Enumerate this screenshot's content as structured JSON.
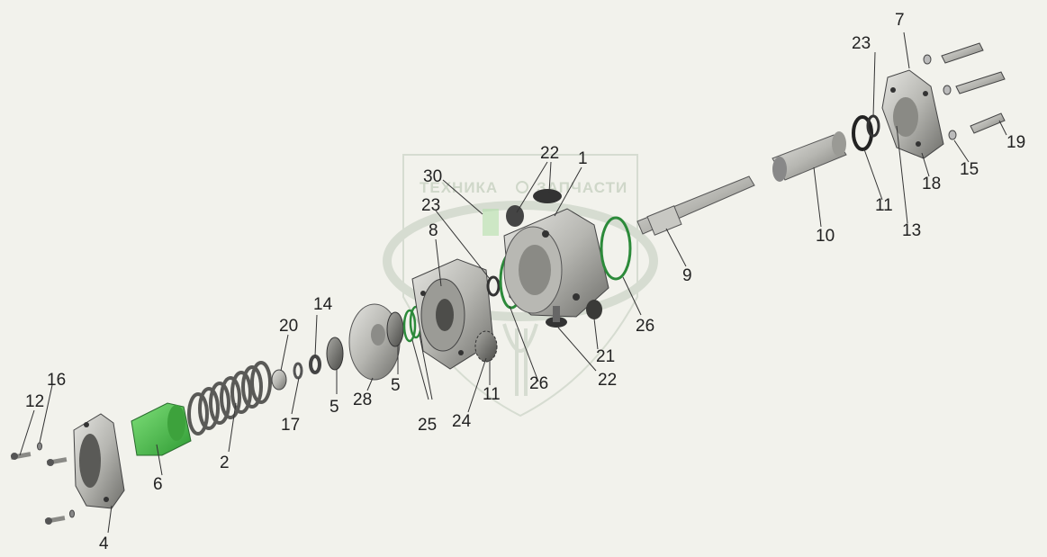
{
  "watermark": {
    "left": "ТЕХНИКА",
    "right": "ЗАПЧАСТИ"
  },
  "callouts": [
    {
      "id": "c1",
      "text": "1"
    },
    {
      "id": "c2",
      "text": "2"
    },
    {
      "id": "c4",
      "text": "4"
    },
    {
      "id": "c5a",
      "text": "5"
    },
    {
      "id": "c5b",
      "text": "5"
    },
    {
      "id": "c6",
      "text": "6"
    },
    {
      "id": "c7",
      "text": "7"
    },
    {
      "id": "c8",
      "text": "8"
    },
    {
      "id": "c9",
      "text": "9"
    },
    {
      "id": "c10",
      "text": "10"
    },
    {
      "id": "c11a",
      "text": "11"
    },
    {
      "id": "c11b",
      "text": "11"
    },
    {
      "id": "c12",
      "text": "12"
    },
    {
      "id": "c13",
      "text": "13"
    },
    {
      "id": "c14",
      "text": "14"
    },
    {
      "id": "c15",
      "text": "15"
    },
    {
      "id": "c16",
      "text": "16"
    },
    {
      "id": "c17",
      "text": "17"
    },
    {
      "id": "c18",
      "text": "18"
    },
    {
      "id": "c19",
      "text": "19"
    },
    {
      "id": "c20",
      "text": "20"
    },
    {
      "id": "c21",
      "text": "21"
    },
    {
      "id": "c22a",
      "text": "22"
    },
    {
      "id": "c22b",
      "text": "22"
    },
    {
      "id": "c23a",
      "text": "23"
    },
    {
      "id": "c23b",
      "text": "23"
    },
    {
      "id": "c24",
      "text": "24"
    },
    {
      "id": "c25",
      "text": "25"
    },
    {
      "id": "c26a",
      "text": "26"
    },
    {
      "id": "c26b",
      "text": "26"
    },
    {
      "id": "c28",
      "text": "28"
    },
    {
      "id": "c30",
      "text": "30"
    }
  ],
  "colors": {
    "background": "#f2f2ec",
    "part_gray": "#bdbdb8",
    "part_dark": "#6d6d6a",
    "sleeve_green": "#4fc44a",
    "seal_green": "#2c8a3a",
    "watermark": "#c9d3c3"
  }
}
